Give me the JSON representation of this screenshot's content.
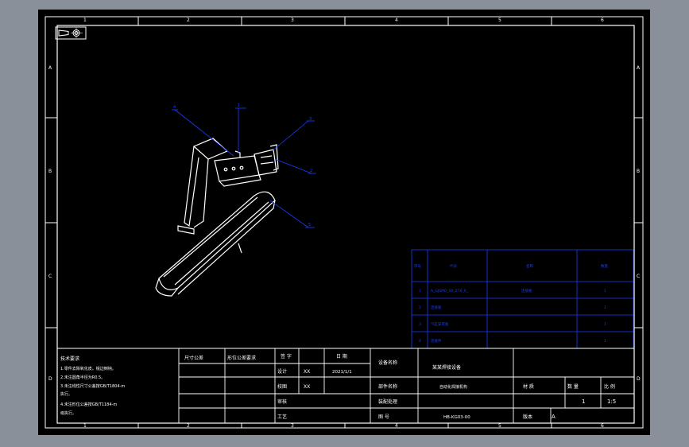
{
  "frame": {
    "top_numbers": [
      "1",
      "2",
      "3",
      "4",
      "5",
      "6"
    ],
    "bottom_numbers": [
      "1",
      "2",
      "3",
      "4",
      "5",
      "6"
    ],
    "left_letters": [
      "A",
      "B",
      "C",
      "D"
    ],
    "right_letters": [
      "A",
      "B",
      "C",
      "D"
    ]
  },
  "balloons": [
    "4",
    "1",
    "3",
    "2",
    "5"
  ],
  "bom": {
    "headers": [
      "序号",
      "代号",
      "名称",
      "数量"
    ],
    "rows": [
      {
        "no": "1",
        "code": "A_GJSMO_S0_Z76_0_",
        "name": "连接板",
        "qty": "1"
      },
      {
        "no": "2",
        "code": "连接板",
        "name": "",
        "qty": "1"
      },
      {
        "no": "3",
        "code": "气缸安装板",
        "name": "",
        "qty": "1"
      },
      {
        "no": "4",
        "code": "连接件",
        "name": "",
        "qty": "1"
      }
    ]
  },
  "notes": {
    "title": "技术要求",
    "lines": [
      "1.零件去除氧化皮。锐边倒钝。",
      "2.未注圆角半径为R0.5。",
      "3.未注线性尺寸公差按GB/T1804-m",
      "   执行。",
      "4.未注形位公差按GB/T1184-m",
      "   级执行。"
    ]
  },
  "title_block": {
    "dim_tol": "尺寸公差",
    "form_tol": "形位公差要求",
    "sign_label": "签 字",
    "date_label": "日 期",
    "design_label": "设计",
    "design_name": "XX",
    "design_date": "2021/1/1",
    "check_label": "校图",
    "check_name": "XX",
    "review_label": "审核",
    "process_label": "工艺",
    "company_label": "设备名称",
    "company_value": "某某焊接设备",
    "part_label": "部件名称",
    "part_value": "自动化焊接机构",
    "model_label": "装配处理",
    "drawing_label": "图 号",
    "drawing_no": "HB-KG03-00",
    "version_label": "版本",
    "version": "A",
    "material_label": "材 质",
    "qty_label": "数 量",
    "qty": "1",
    "scale_label": "比 例",
    "scale": "1:5"
  }
}
